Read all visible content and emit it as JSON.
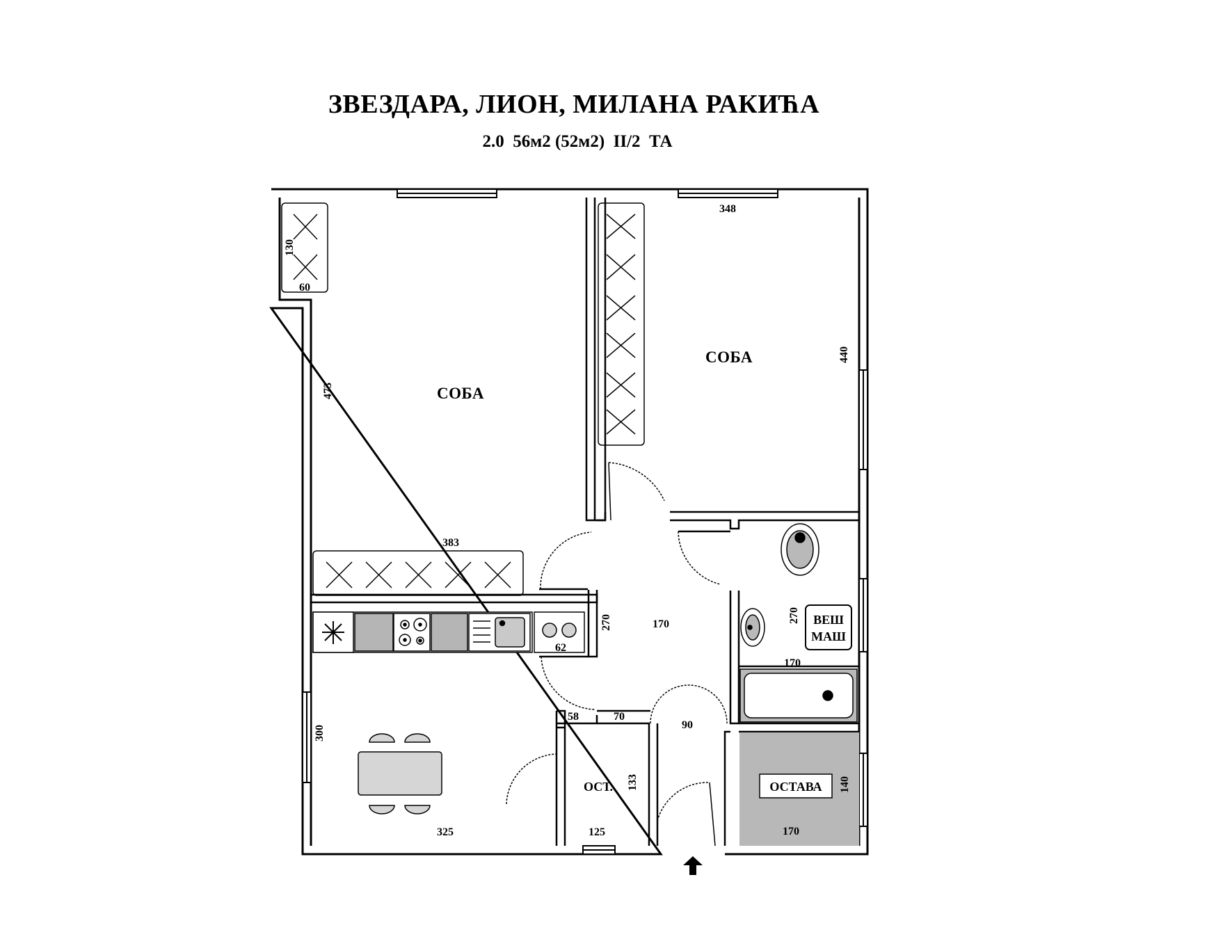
{
  "header": {
    "title": "ЗВЕЗДАРА, ЛИОН, МИЛАНА РАКИЋА",
    "subtitle": "2.0  56м2 (52м2)  II/2  ТА"
  },
  "rooms": {
    "room_left": "СОБА",
    "room_right": "СОБА",
    "storage_small": "ОСТ.",
    "storage_large": "ОСТАВА",
    "washer_line1": "ВЕШ",
    "washer_line2": "МАШ"
  },
  "dimensions": {
    "wardrobe_left_h": "130",
    "wardrobe_left_w": "60",
    "room_left_h": "473",
    "room_left_w": "383",
    "room_right_w": "348",
    "room_right_h": "440",
    "hall_h": "270",
    "hall_w": "170",
    "bath_h": "270",
    "bath_w": "170",
    "kitchen_62": "62",
    "kitchen_h": "300",
    "kitchen_w": "325",
    "dim_58": "58",
    "dim_70": "70",
    "entry_w": "90",
    "ost_h": "133",
    "ost_w": "125",
    "ostava_h": "140",
    "ostava_w": "170"
  },
  "icons": {
    "entrance": "entrance-arrow-icon",
    "fridge": "snowflake-icon",
    "stove": "stove-icon",
    "sink": "sink-icon",
    "toilet": "toilet-icon",
    "bathtub": "bathtub-icon"
  }
}
